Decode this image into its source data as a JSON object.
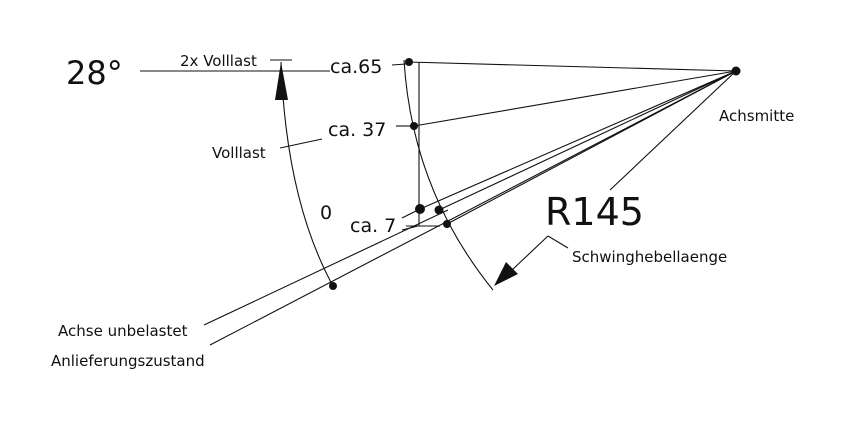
{
  "labels": {
    "angle": "28°",
    "full_load_2x": "2x Volllast",
    "ca65": "ca.65",
    "ca37": "ca. 37",
    "full_load": "Volllast",
    "zero": "0",
    "ca7": "ca. 7",
    "radius": "R145",
    "swing_arm_length": "Schwinghebellaenge",
    "axle_center": "Achsmitte",
    "axle_unloaded": "Achse unbelastet",
    "delivery_state": "Anlieferungszustand"
  },
  "colors": {
    "ink": "#111111",
    "background": "#ffffff"
  }
}
